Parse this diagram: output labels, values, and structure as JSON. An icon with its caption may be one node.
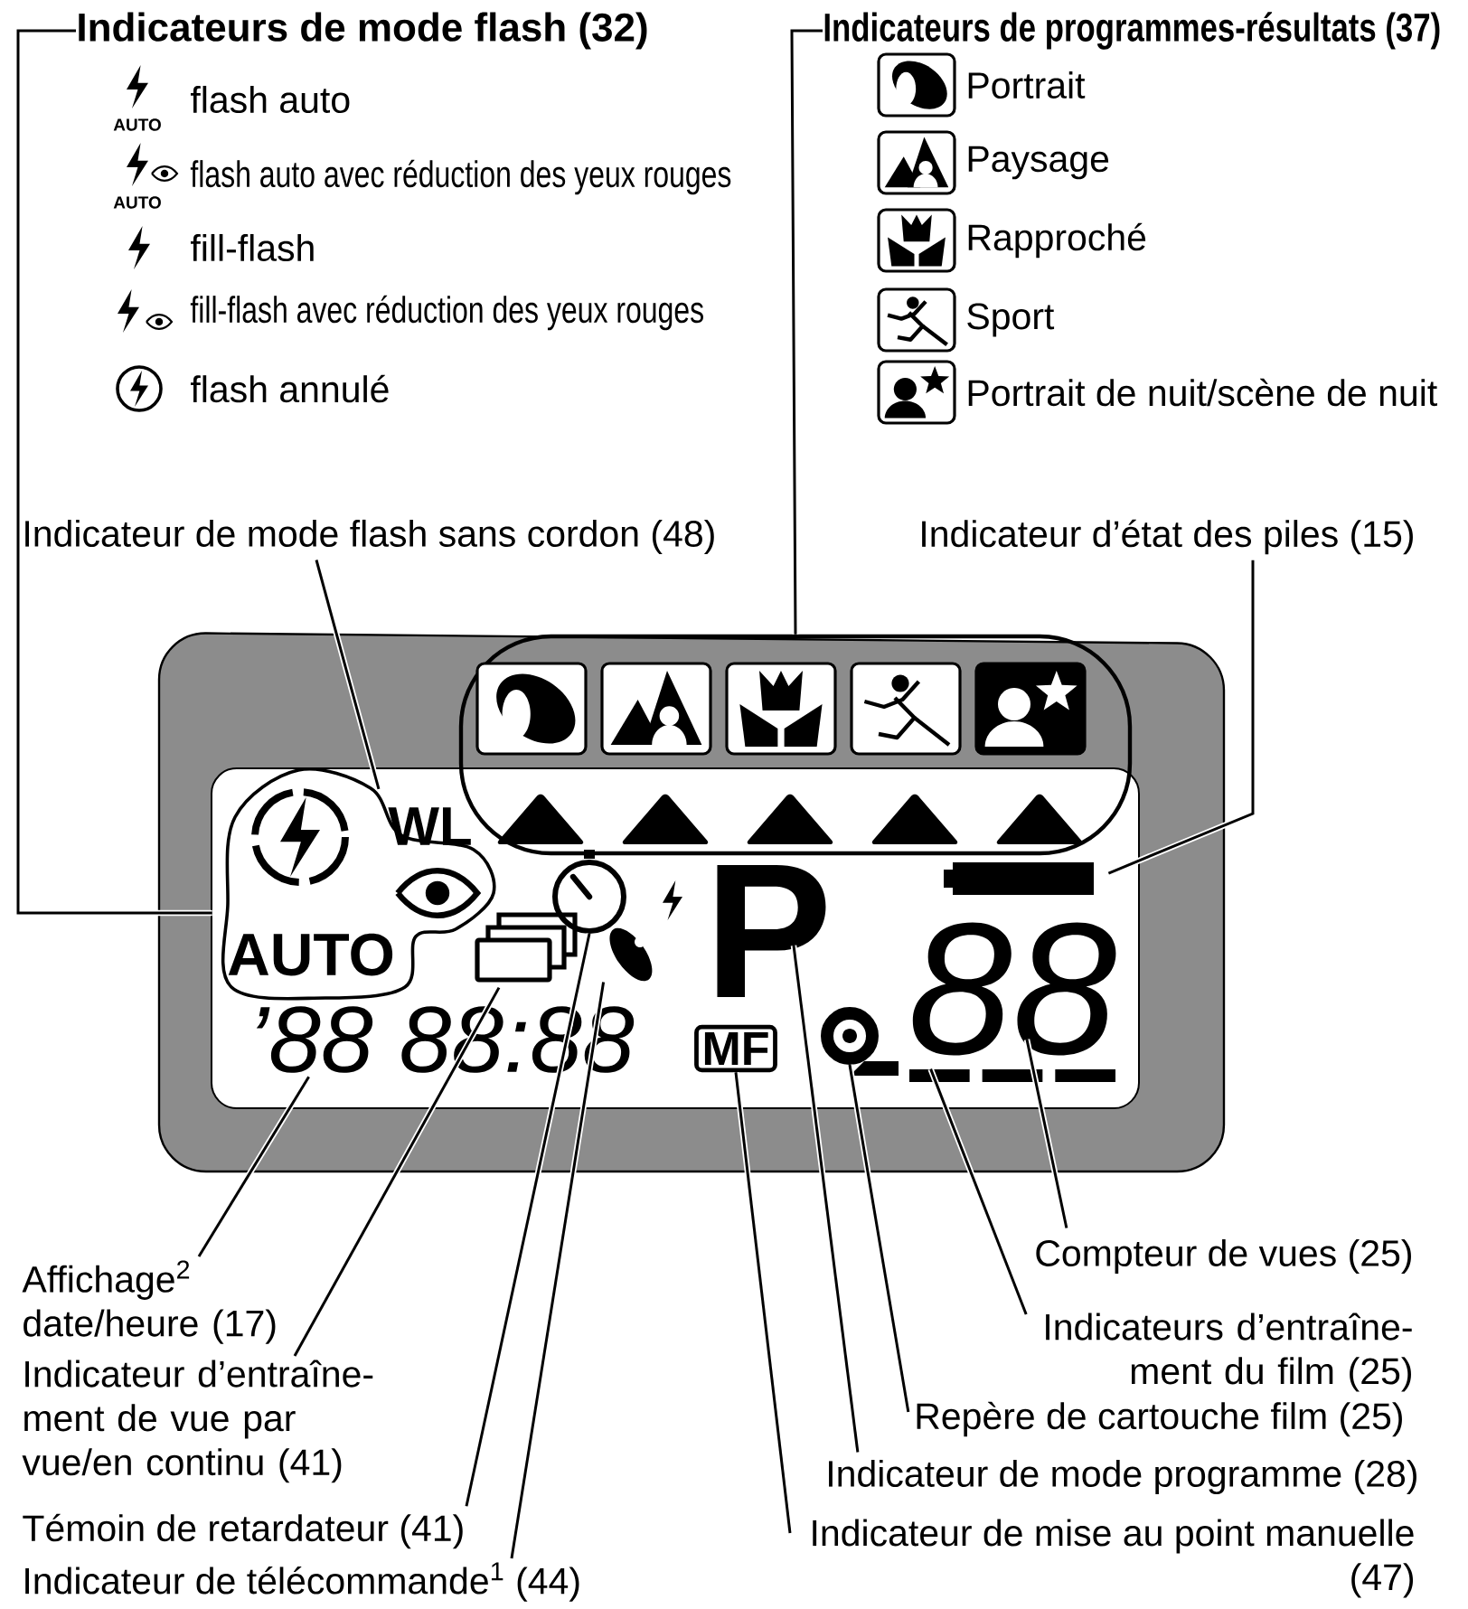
{
  "diagram": {
    "nodes": [
      {
        "text": [
          "Indicateurs de mode flash (32)"
        ]
      },
      {
        "text": [
          "Indicateurs de programmes-résultats (37)"
        ]
      },
      {
        "text": [
          "Indicateur de mode flash sans cordon (48)"
        ]
      },
      {
        "text": [
          "Indicateur d’état des piles (15)"
        ]
      },
      {
        "text": [
          "Affichage$^{2}$ date/heure (17)"
        ]
      },
      {
        "text": [
          "Indicateur d’entraîne- ment de vue par vue/en continu (41)"
        ]
      },
      {
        "text": [
          "Témoin de retardateur (41)"
        ]
      },
      {
        "text": [
          "Indicateur de télécommande$^{1}$ (44)"
        ]
      },
      {
        "text": [
          "Compteur de vues (25)"
        ]
      },
      {
        "text": [
          "Indicateurs d’entraîne- ment du film (25)"
        ]
      },
      {
        "text": [
          "Repère de cartouche film (25)"
        ]
      },
      {
        "text": [
          "Indicateur de mode programme (28)"
        ]
      },
      {
        "text": [
          "Indicateur de mise au point manuelle (47)"
        ]
      },
      {
        "text": [
          "AUTO"
        ]
      },
      {
        "text": [],
        "shape": "box"
      },
      {
        "text": [
          "WL"
        ]
      },
      {
        "text": [],
        "shape": "battery"
      },
      {
        "text": [
          "’88 88:88"
        ]
      },
      {
        "text": [],
        "shape": "box"
      },
      {
        "text": [],
        "shape": "clock"
      },
      {
        "text": [],
        "shape": "picture"
      },
      {
        "text": [
          "P"
        ]
      },
      {
        "text": [
          "MF"
        ]
      },
      {
        "text": [],
        "shape": "circle"
      },
      {
        "text": [
          "88"
        ]
      },
      {
        "text": [],
        "shape": "bar"
      }
    ],
    "edges": [
      {
        "from": 0,
        "to": 13,
        "arrow": "none"
      },
      {
        "from": 1,
        "to": 14,
        "arrow": "none"
      },
      {
        "from": 2,
        "to": 15,
        "arrow": "none"
      },
      {
        "from": 3,
        "to": 16,
        "arrow": "none"
      },
      {
        "from": 4,
        "to": 17,
        "arrow": "none"
      },
      {
        "from": 5,
        "to": 18,
        "arrow": "none"
      },
      {
        "from": 6,
        "to": 19,
        "arrow": "none"
      },
      {
        "from": 7,
        "to": 20,
        "arrow": "none"
      },
      {
        "from": 8,
        "to": 24,
        "arrow": "none"
      },
      {
        "from": 9,
        "to": 25,
        "arrow": "none"
      },
      {
        "from": 10,
        "to": 23,
        "arrow": "none"
      },
      {
        "from": 11,
        "to": 21,
        "arrow": "none"
      },
      {
        "from": 12,
        "to": 22,
        "arrow": "none"
      }
    ],
    "labels": [
      "AUTO",
      "flash auto",
      "AUTO",
      "flash auto avec réduction des yeux rouges",
      "fill-flash",
      "fill-flash avec réduction des yeux rouges",
      "flash annulé",
      "Portrait",
      "Paysage",
      "Rapproché",
      "Sport",
      "Portrait de nuit/scène de nuit"
    ]
  }
}
